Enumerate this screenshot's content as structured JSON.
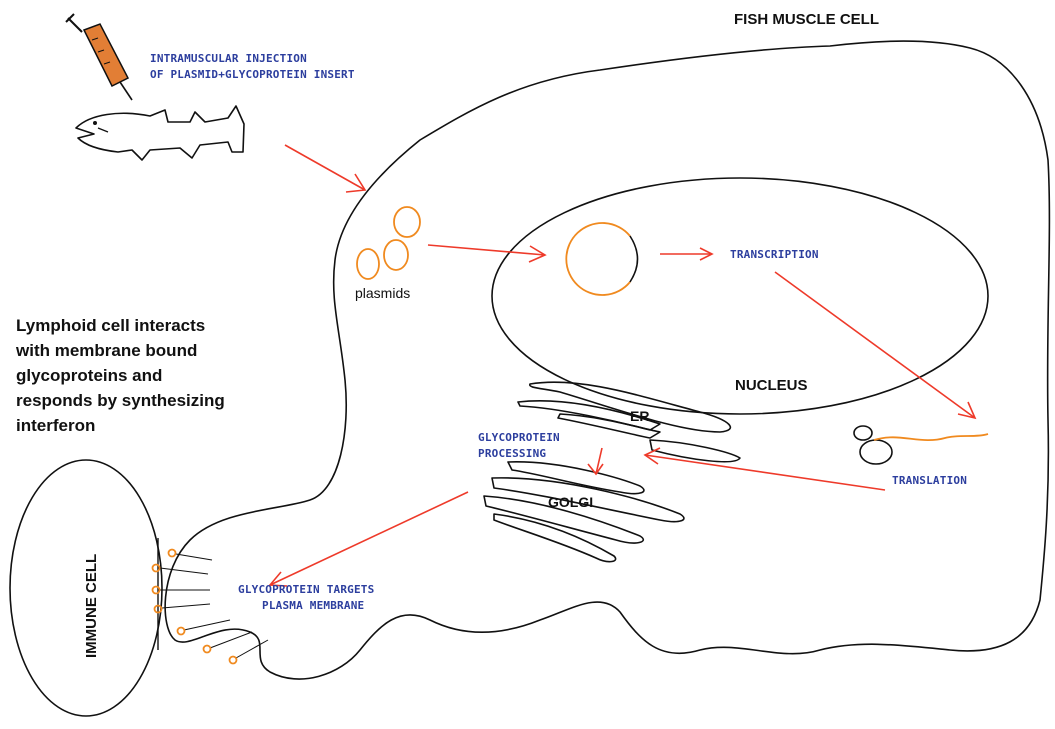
{
  "labels": {
    "fish_muscle_cell": "FISH MUSCLE CELL",
    "injection_line1": "INTRAMUSCULAR INJECTION",
    "injection_line2": "OF PLASMID+GLYCOPROTEIN INSERT",
    "plasmids": "plasmids",
    "transcription": "TRANSCRIPTION",
    "nucleus": "NUCLEUS",
    "er": "ER",
    "glyco_processing_line1": "GLYCOPROTEIN",
    "glyco_processing_line2": "PROCESSING",
    "golgi": "GOLGI",
    "translation": "TRANSLATION",
    "glyco_targets_line1": "GLYCOPROTEIN TARGETS",
    "glyco_targets_line2": "PLASMA MEMBRANE",
    "immune_cell": "IMMUNE CELL",
    "lymphoid_line1": "Lymphoid cell interacts",
    "lymphoid_line2": "with membrane bound",
    "lymphoid_line3": "glycoproteins and",
    "lymphoid_line4": "responds by synthesizing",
    "lymphoid_line5": "interferon"
  },
  "colors": {
    "arrow": "#ee3a2a",
    "label_blue": "#2c3e9e",
    "plasmid": "#f08a1f",
    "outline": "#111111"
  }
}
